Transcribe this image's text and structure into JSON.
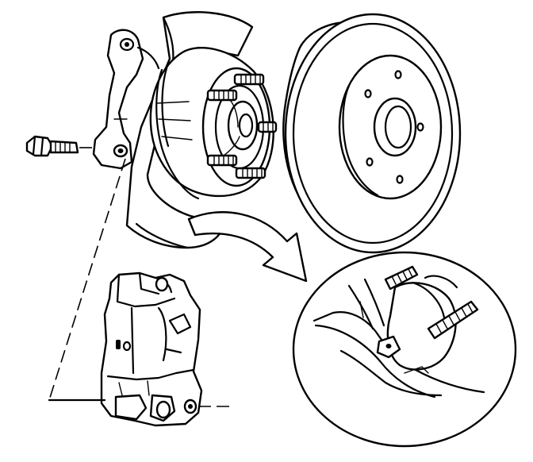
{
  "diagram": {
    "components": [
      {
        "id": "bolt",
        "icon": "hex-bolt-icon"
      },
      {
        "id": "steering-knuckle",
        "icon": "knuckle-icon"
      },
      {
        "id": "splash-shield",
        "icon": "shield-plate-icon"
      },
      {
        "id": "wheel-hub",
        "icon": "hub-icon",
        "stud_count": 5
      },
      {
        "id": "brake-rotor",
        "icon": "rotor-icon",
        "hole_count": 5
      },
      {
        "id": "brake-caliper",
        "icon": "caliper-icon"
      },
      {
        "id": "detail-view",
        "icon": "magnify-detail-icon"
      },
      {
        "id": "detail-arrow",
        "icon": "curved-arrow-icon"
      }
    ],
    "colors": {
      "stroke": "#000000",
      "fill": "#ffffff"
    }
  }
}
